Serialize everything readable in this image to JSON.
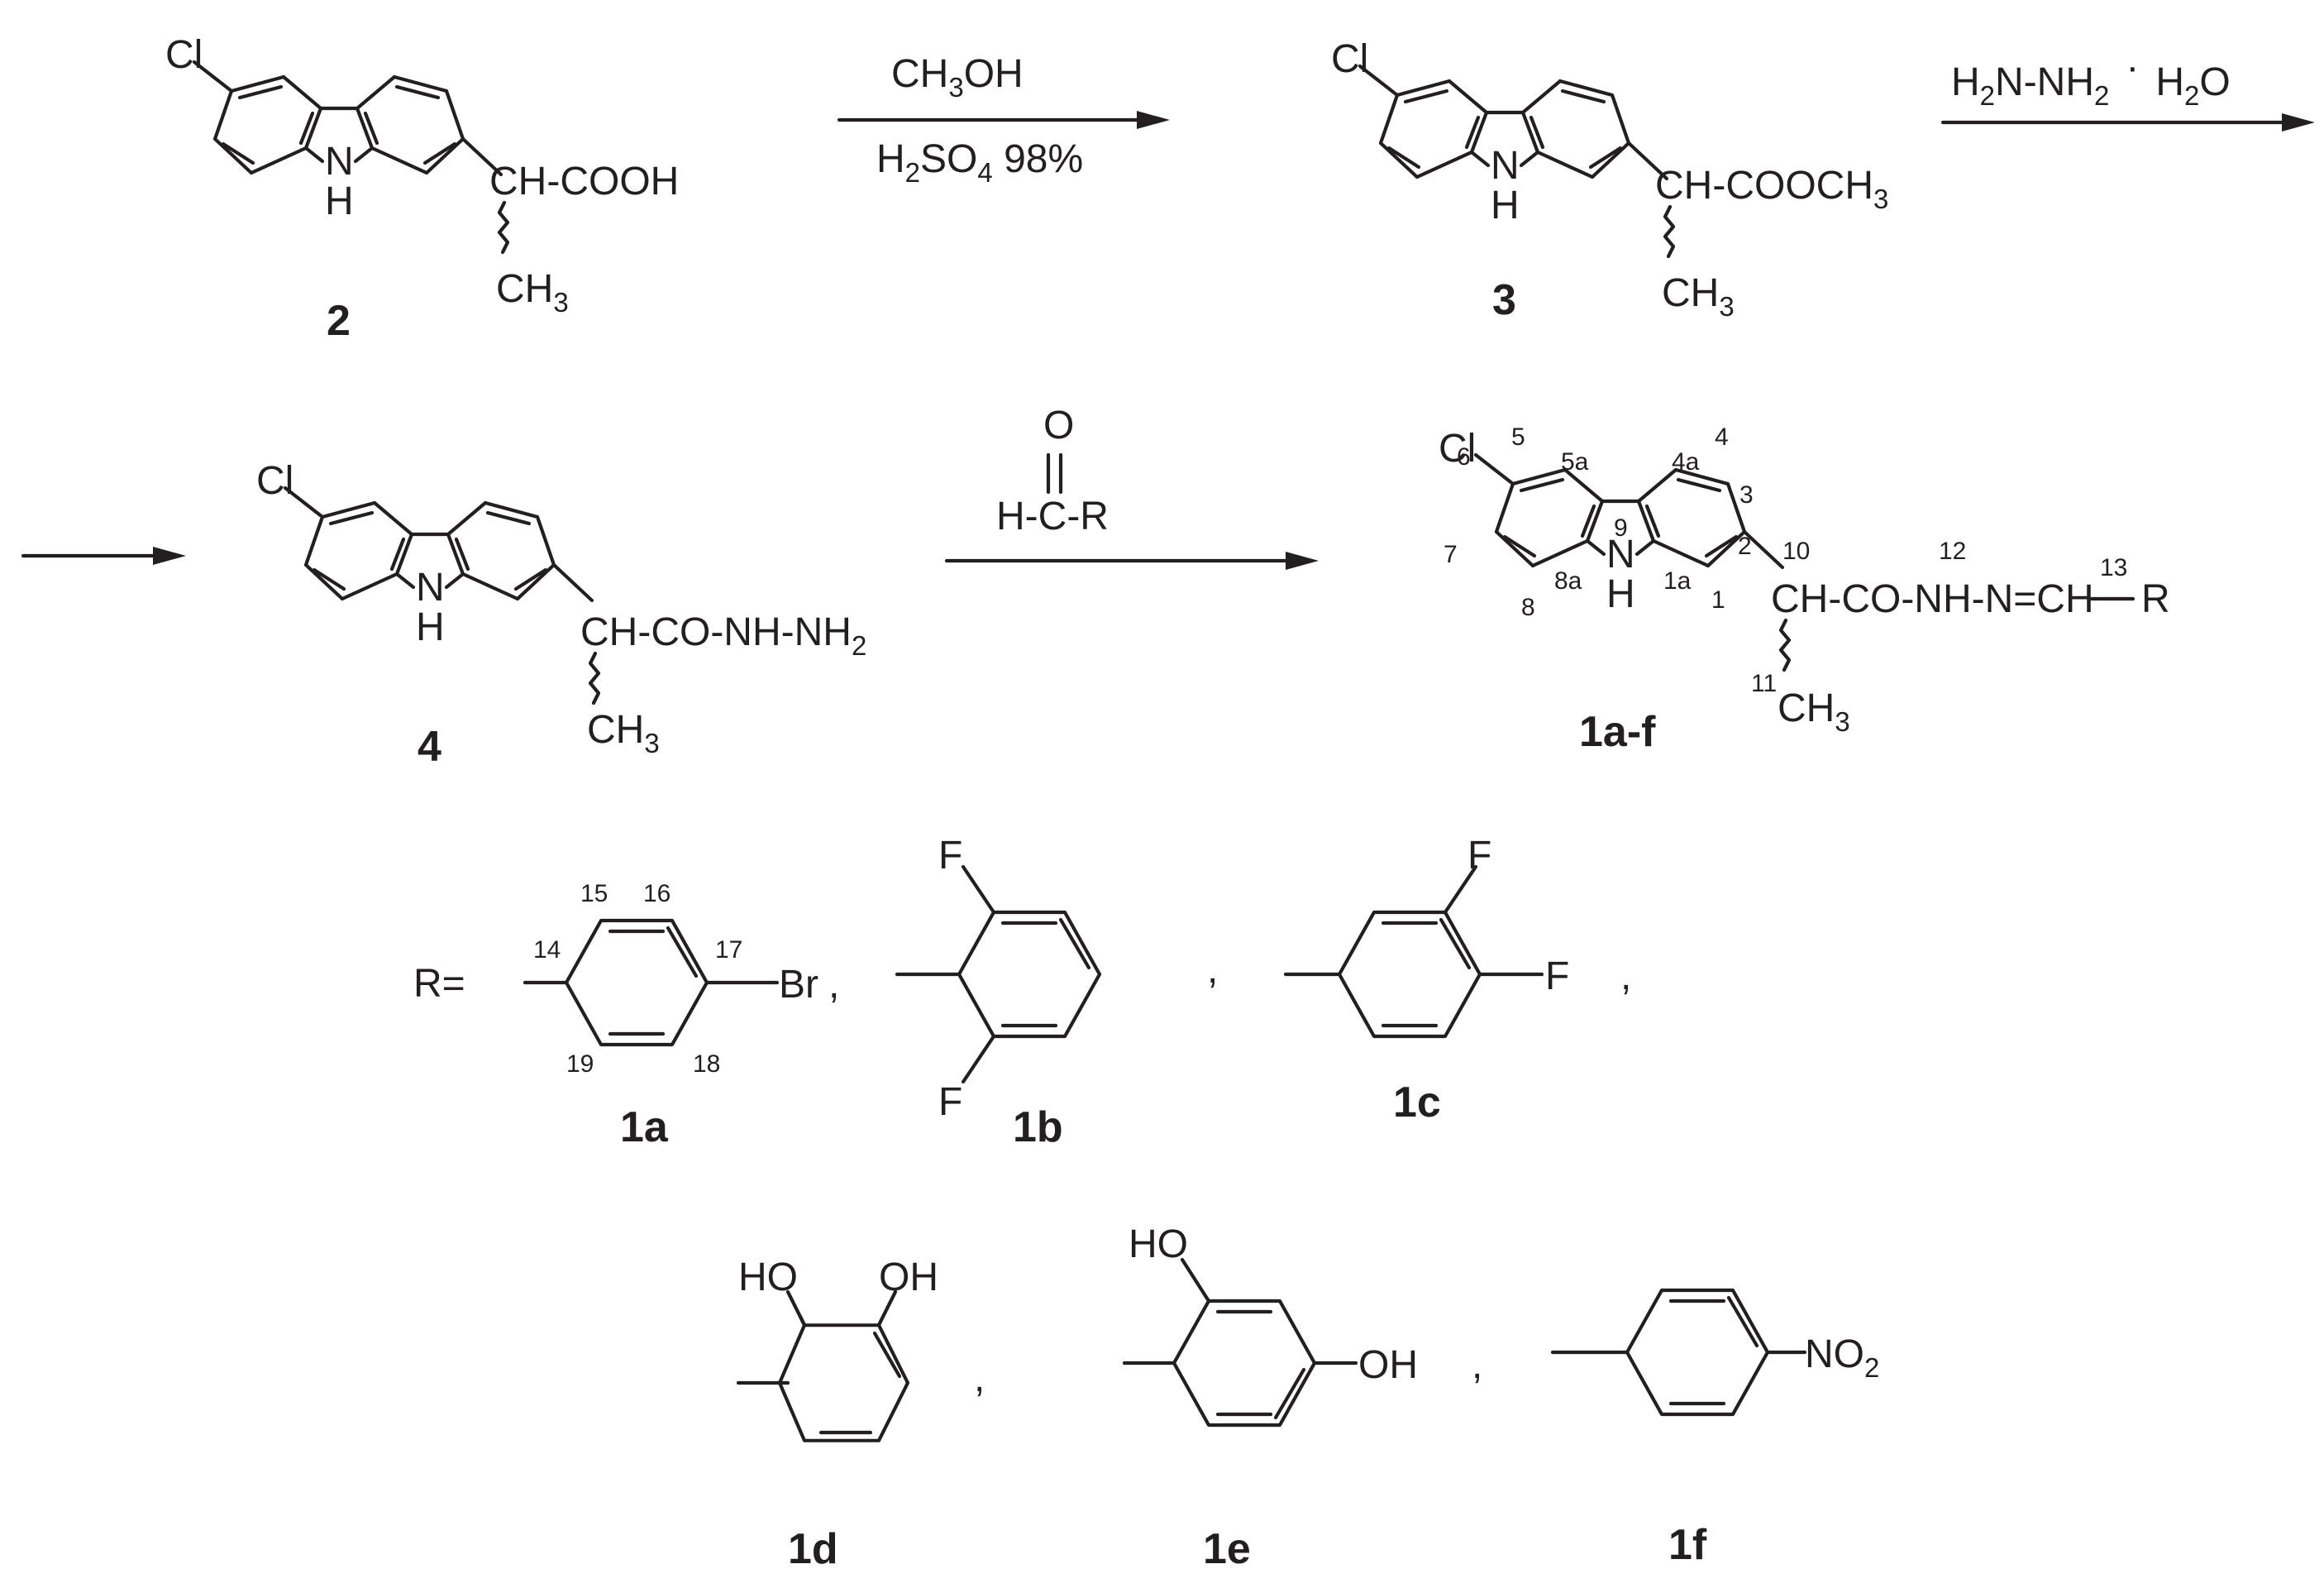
{
  "scheme": {
    "compound_2": {
      "cl": "Cl",
      "nh": "N",
      "h": "H",
      "side_chain": "CH-COOH",
      "methyl_c": "CH",
      "methyl_sub": "3",
      "label": "2"
    },
    "step1": {
      "reagent_top_a": "CH",
      "reagent_top_sub": "3",
      "reagent_top_b": "OH",
      "reagent_bottom_a": "H",
      "reagent_bottom_sub1": "2",
      "reagent_bottom_b": "SO",
      "reagent_bottom_sub2": "4",
      "reagent_bottom_c": " 98%"
    },
    "compound_3": {
      "cl": "Cl",
      "nh": "N",
      "h": "H",
      "side_chain_a": "CH-COOCH",
      "side_chain_sub": "3",
      "methyl_c": "CH",
      "methyl_sub": "3",
      "label": "3"
    },
    "step2": {
      "a": "H",
      "sub1": "2",
      "b": "N-NH",
      "sub2": "2",
      "dot": "·",
      "c": "H",
      "sub3": "2",
      "d": "O"
    },
    "compound_4": {
      "cl": "Cl",
      "nh": "N",
      "h": "H",
      "side_chain_a": "CH-CO-NH-NH",
      "side_chain_sub": "2",
      "methyl_c": "CH",
      "methyl_sub": "3",
      "label": "4"
    },
    "step3": {
      "o": "O",
      "aldehyde": "H-C-R"
    },
    "compound_1af": {
      "cl": "Cl",
      "nh": "N",
      "h": "H",
      "side_chain": "CH-CO-NH-N=CH",
      "r": "R",
      "methyl_c": "CH",
      "methyl_sub": "3",
      "label": "1a-f",
      "numbering": {
        "n1": "1",
        "n1a": "1a",
        "n2": "2",
        "n3": "3",
        "n4": "4",
        "n4a": "4a",
        "n5": "5",
        "n5a": "5a",
        "n6": "6",
        "n7": "7",
        "n8": "8",
        "n8a": "8a",
        "n9": "9",
        "n10": "10",
        "n11": "11",
        "n12": "12",
        "n13": "13"
      }
    },
    "r_groups": {
      "r_equals": "R=",
      "g1a": {
        "br": "Br",
        "comma": ",",
        "label": "1a",
        "numbering": {
          "n14": "14",
          "n15": "15",
          "n16": "16",
          "n17": "17",
          "n18": "18",
          "n19": "19"
        }
      },
      "g1b": {
        "f_top": "F",
        "f_bottom": "F",
        "comma": ",",
        "label": "1b"
      },
      "g1c": {
        "f_top": "F",
        "f_right": "F",
        "comma": ",",
        "label": "1c"
      },
      "g1d": {
        "ho": "HO",
        "oh": "OH",
        "comma": ",",
        "label": "1d"
      },
      "g1e": {
        "ho": "HO",
        "oh": "OH",
        "comma": ",",
        "label": "1e"
      },
      "g1f": {
        "no": "NO",
        "no_sub": "2",
        "label": "1f"
      }
    }
  }
}
